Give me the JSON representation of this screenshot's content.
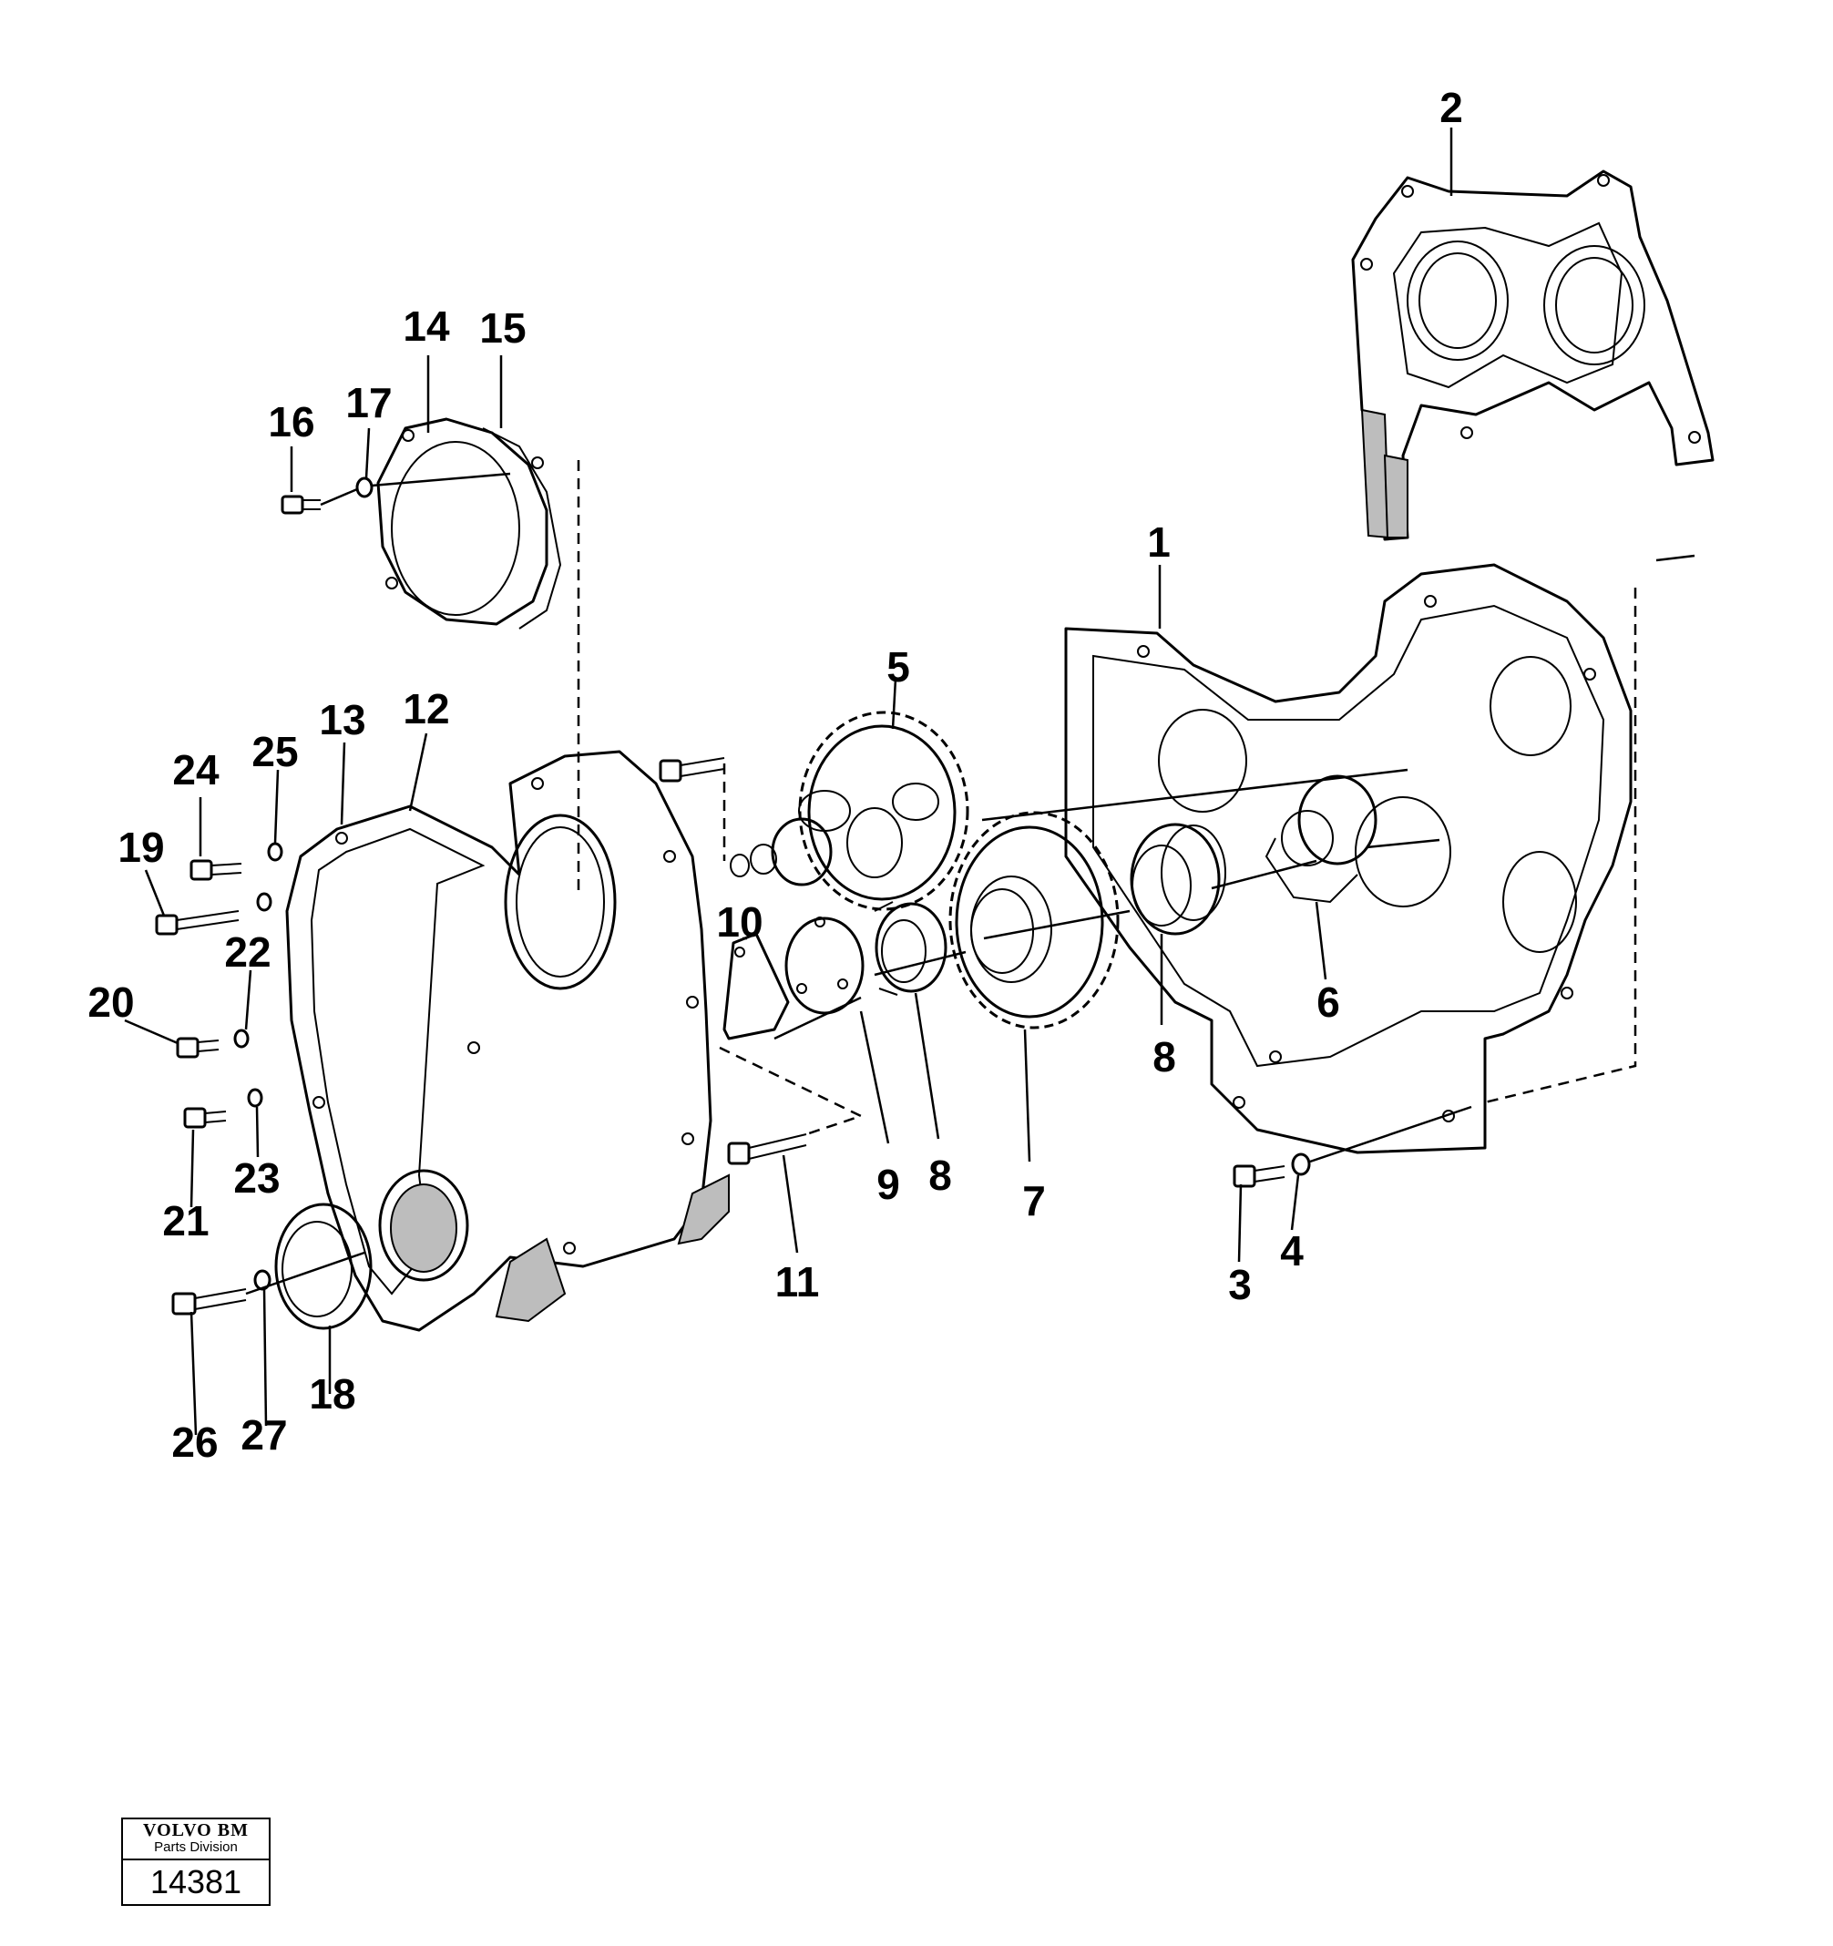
{
  "diagram": {
    "callouts": [
      "1",
      "2",
      "3",
      "4",
      "5",
      "6",
      "7",
      "8",
      "8",
      "9",
      "10",
      "11",
      "12",
      "13",
      "14",
      "15",
      "16",
      "17",
      "18",
      "19",
      "20",
      "21",
      "22",
      "23",
      "24",
      "25",
      "26",
      "27"
    ]
  },
  "stamp": {
    "brand": "VOLVO BM",
    "division": "Parts Division",
    "number": "14381"
  }
}
